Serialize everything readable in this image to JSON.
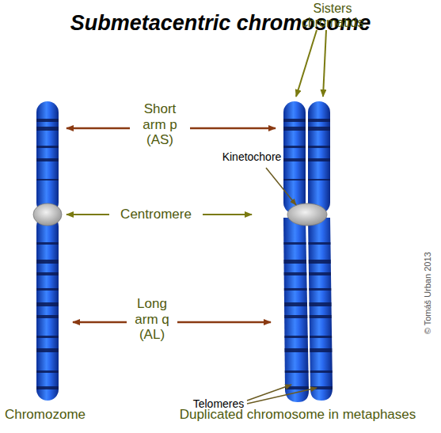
{
  "diagram": {
    "title": "Submetacentric chromosome",
    "labels": [
      "Sisters chromatids",
      "Short arm p (AS)",
      "Kinetochore",
      "Centromere",
      "Long arm q (AL)",
      "Telomeres",
      "Chromozome",
      "Duplicated chromosome in metaphases",
      "© Tomáš Urban 2013"
    ]
  }
}
